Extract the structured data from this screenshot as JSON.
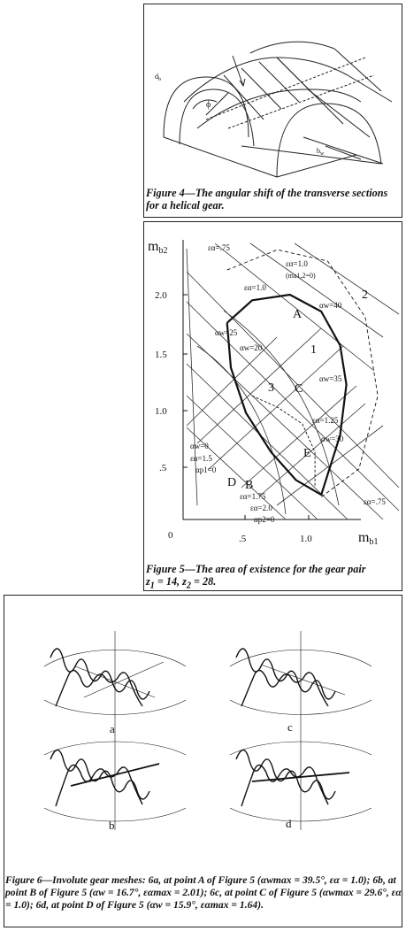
{
  "fig4": {
    "labels": {
      "db": "d",
      "db_sub": "b",
      "phi": "ϕ",
      "bw": "b",
      "bw_sub": "w"
    },
    "caption": "Figure 4—The angular shift of the transverse sections for a helical gear."
  },
  "fig5": {
    "ylabel_main": "m",
    "ylabel_sub": "b2",
    "xlabel_main": "m",
    "xlabel_sub": "b1",
    "caption_line1": "Figure 5—The area of existence for the gear pair",
    "caption_line2": "z",
    "caption_line2_sub1": "1",
    "caption_line2_mid": " = 14, z",
    "caption_line2_sub2": "2",
    "caption_line2_end": " = 28.",
    "annotations": {
      "ea75_top": "εα=.75",
      "ea10_ma": "εα=1.0",
      "ma12": "(ma1,2=0)",
      "ea10": "εα=1.0",
      "aw40": "αw=40",
      "two": "2",
      "A": "A",
      "one": "1",
      "aw25": "αw=25",
      "aw20": "αw=20",
      "aw35": "αw=35",
      "three": "3",
      "C": "C",
      "ea125": "εα=1.25",
      "aw30": "αw=30",
      "E": "E",
      "aw0": "αw=0",
      "ea15": "εα=1.5",
      "ap10": "αp1=0",
      "D": "D",
      "B": "B",
      "ea175": "εα=1.75",
      "ea20": "εα=2.0",
      "ap20": "αp2=0",
      "ea75_right": "εα=.75"
    }
  },
  "chart_data": {
    "type": "line",
    "xlabel": "mb1",
    "ylabel": "mb2",
    "xlim": [
      0,
      1.5
    ],
    "ylim": [
      0,
      2.4
    ],
    "x_ticks": [
      "0",
      ".5",
      "1.0"
    ],
    "y_ticks": [
      ".5",
      "1.0",
      "1.5",
      "2.0"
    ],
    "series": [
      {
        "name": "1",
        "values": [
          [
            0.35,
            1.75
          ],
          [
            0.55,
            1.95
          ],
          [
            0.85,
            2.0
          ],
          [
            1.1,
            1.85
          ],
          [
            1.25,
            1.55
          ],
          [
            1.3,
            1.2
          ],
          [
            1.25,
            0.75
          ],
          [
            1.1,
            0.22
          ],
          [
            0.9,
            0.35
          ],
          [
            0.7,
            0.6
          ],
          [
            0.5,
            0.95
          ],
          [
            0.38,
            1.35
          ],
          [
            0.35,
            1.75
          ]
        ]
      },
      {
        "name": "2",
        "values": [
          [
            0.35,
            2.22
          ],
          [
            0.75,
            2.4
          ],
          [
            1.15,
            2.3
          ],
          [
            1.45,
            1.8
          ],
          [
            1.55,
            1.1
          ],
          [
            1.4,
            0.45
          ],
          [
            1.1,
            0.2
          ]
        ]
      },
      {
        "name": "3",
        "values": [
          [
            0.55,
            1.1
          ],
          [
            0.75,
            1.0
          ],
          [
            0.95,
            0.85
          ],
          [
            1.05,
            0.6
          ],
          [
            1.05,
            0.3
          ]
        ]
      }
    ]
  },
  "fig6": {
    "labels": {
      "a": "a",
      "b": "b",
      "c": "c",
      "d": "d"
    },
    "caption": "Figure 6—Involute gear meshes: 6a, at point A of Figure 5 (αwmax = 39.5°, εα = 1.0); 6b, at point B of Figure 5 (αw = 16.7°, εαmax = 2.01); 6c, at point C of Figure 5 (αwmax = 29.6°, εα = 1.0); 6d, at point D of Figure 5 (αw = 15.9°, εαmax = 1.64)."
  }
}
